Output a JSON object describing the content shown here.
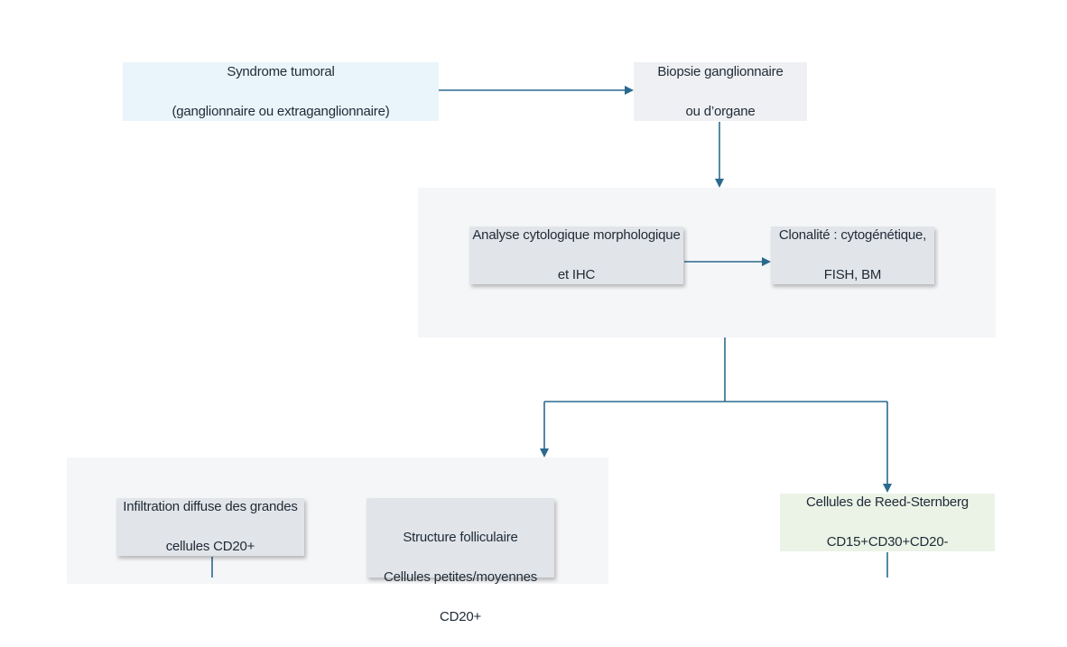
{
  "nodes": {
    "syndrome": {
      "line1": "Syndrome tumoral",
      "line2": "(ganglionnaire ou extraganglionnaire)"
    },
    "biopsie": {
      "line1": "Biopsie ganglionnaire",
      "line2": "ou d’organe"
    },
    "analyse": {
      "line1": "Analyse cytologique morphologique",
      "line2": "et IHC"
    },
    "clonalite": {
      "line1": "Clonalité : cytogénétique,",
      "line2": "FISH, BM"
    },
    "infiltration": {
      "line1": "Infiltration diffuse des grandes",
      "line2": "cellules CD20+"
    },
    "structure": {
      "line1": "Structure folliculaire",
      "line2": "Cellules petites/moyennes",
      "line3": "CD20+"
    },
    "reed": {
      "line1": "Cellules de Reed-Sternberg",
      "line2": "CD15+CD30+CD20-"
    }
  },
  "colors": {
    "connector": "#2a6a8e",
    "syndrome_fill": "#eaf4fb",
    "biopsie_fill": "#eef0f3",
    "inner_fill": "#e1e5ea",
    "reed_fill": "#eaf3e6",
    "panel_fill": "#f5f6f8"
  }
}
